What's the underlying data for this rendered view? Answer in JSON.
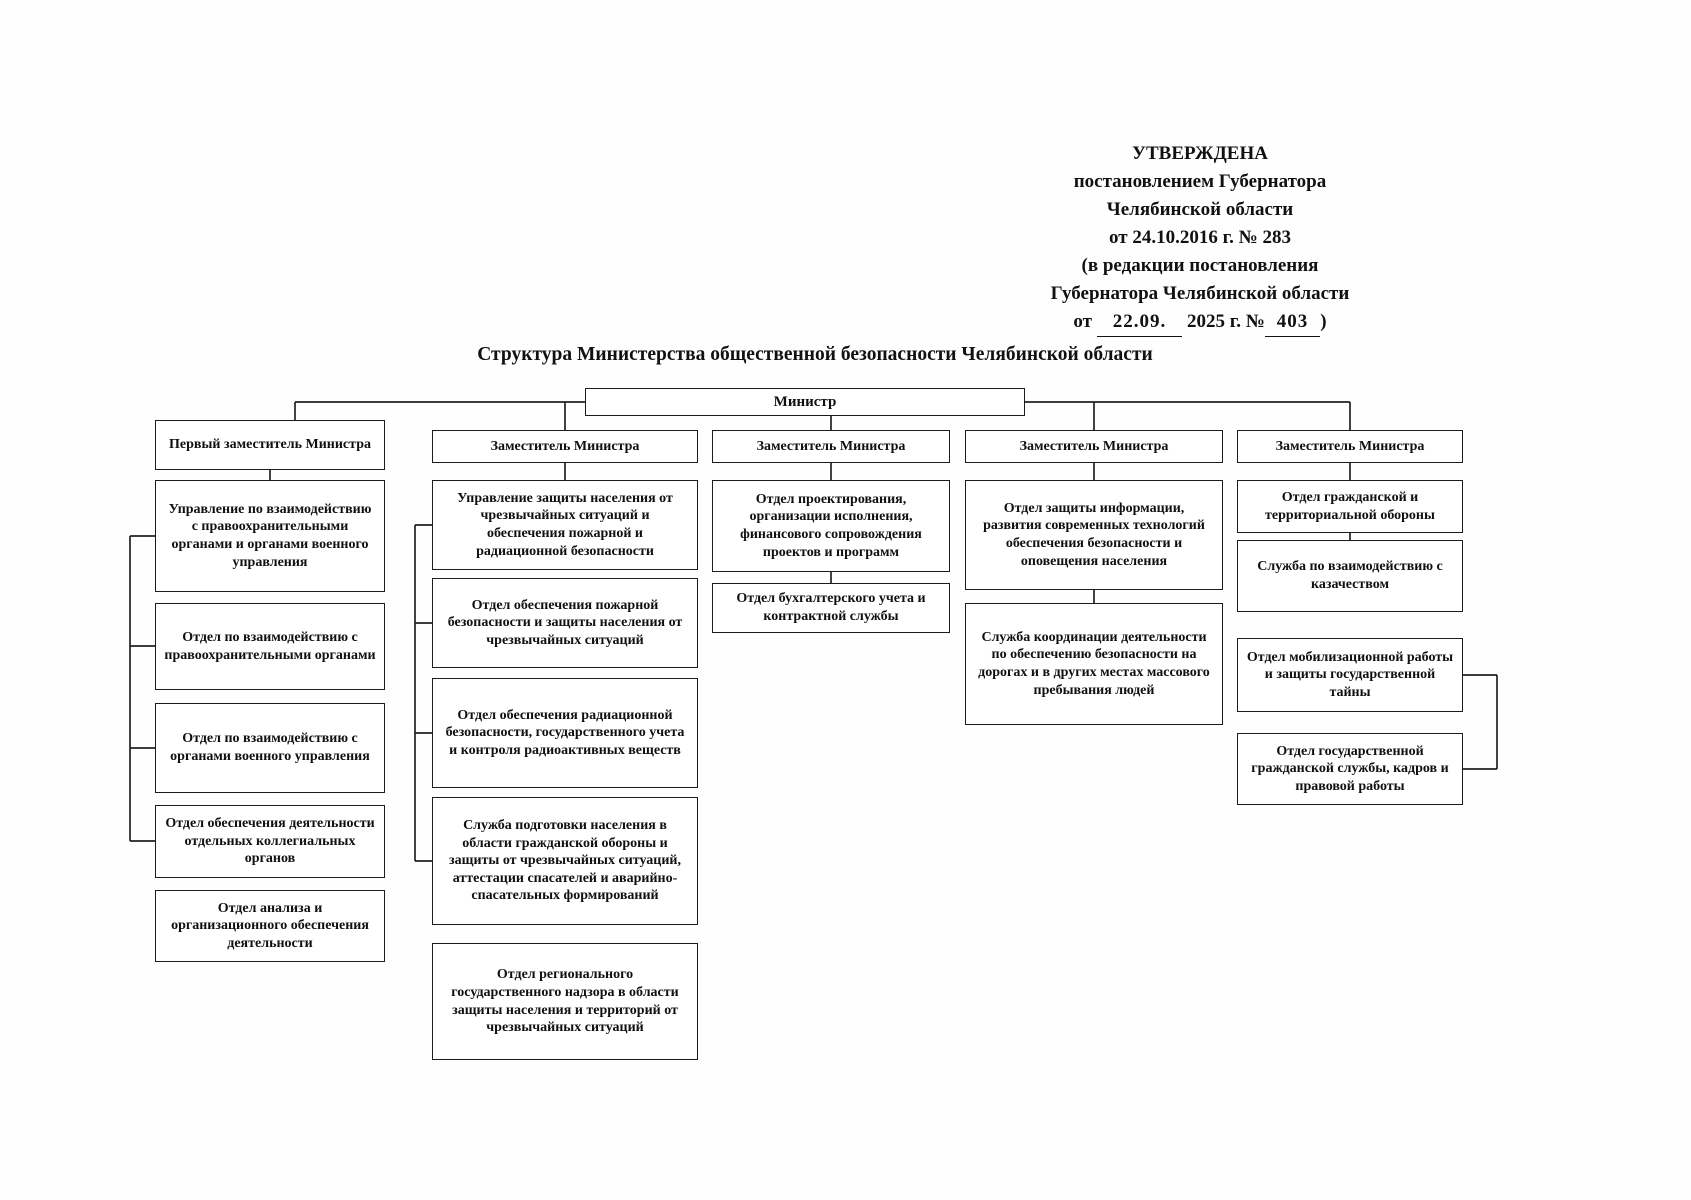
{
  "approval": {
    "lines": [
      "УТВЕРЖДЕНА",
      "постановлением Губернатора",
      "Челябинской области",
      "от 24.10.2016 г. № 283",
      "(в редакции постановления",
      "Губернатора Челябинской области"
    ],
    "last_line": {
      "prefix": "от",
      "date": "22.09.",
      "middle": "2025 г. №",
      "number": "403",
      "suffix": ")"
    }
  },
  "title": "Структура Министерства общественной безопасности Челябинской области",
  "chart": {
    "root": "Министр",
    "columns": [
      {
        "head": "Первый заместитель Министра",
        "boxes": [
          {
            "label": "Управление по взаимодействию с правоохранительными органами и органами военного управления"
          },
          {
            "label": "Отдел по взаимодействию с правоохранительными органами"
          },
          {
            "label": "Отдел по взаимодействию с органами военного управления"
          },
          {
            "label": "Отдел обеспечения деятельности отдельных коллегиальных органов"
          },
          {
            "label": "Отдел анализа и организационного обеспечения деятельности"
          }
        ]
      },
      {
        "head": "Заместитель Министра",
        "boxes": [
          {
            "label": "Управление защиты населения от чрезвычайных ситуаций и обеспечения пожарной  и радиационной безопасности"
          },
          {
            "label": "Отдел обеспечения пожарной безопасности и защиты населения от чрезвычайных ситуаций"
          },
          {
            "label": "Отдел обеспечения радиационной безопасности, государственного учета и контроля радиоактивных веществ"
          },
          {
            "label": "Служба подготовки населения в области гражданской обороны и защиты от чрезвычайных ситуаций, аттестации спасателей и аварийно-спасательных формирований"
          },
          {
            "label": "Отдел регионального государственного надзора в области защиты населения и территорий от чрезвычайных ситуаций"
          }
        ]
      },
      {
        "head": "Заместитель Министра",
        "boxes": [
          {
            "label": "Отдел проектирования, организации исполнения, финансового сопровождения проектов и программ"
          },
          {
            "label": "Отдел бухгалтерского учета и контрактной службы"
          }
        ]
      },
      {
        "head": "Заместитель Министра",
        "boxes": [
          {
            "label": "Отдел защиты информации, развития современных технологий обеспечения безопасности и оповещения населения"
          },
          {
            "label": "Служба координации деятельности по обеспечению безопасности на дорогах и в других местах массового пребывания людей"
          }
        ]
      },
      {
        "head": "Заместитель Министра",
        "boxes": [
          {
            "label": "Отдел гражданской и территориальной обороны"
          },
          {
            "label": "Служба по взаимодействию с казачеством"
          },
          {
            "label": "Отдел мобилизационной работы и защиты государственной тайны"
          },
          {
            "label": "Отдел государственной гражданской службы, кадров и правовой работы"
          }
        ]
      }
    ]
  }
}
